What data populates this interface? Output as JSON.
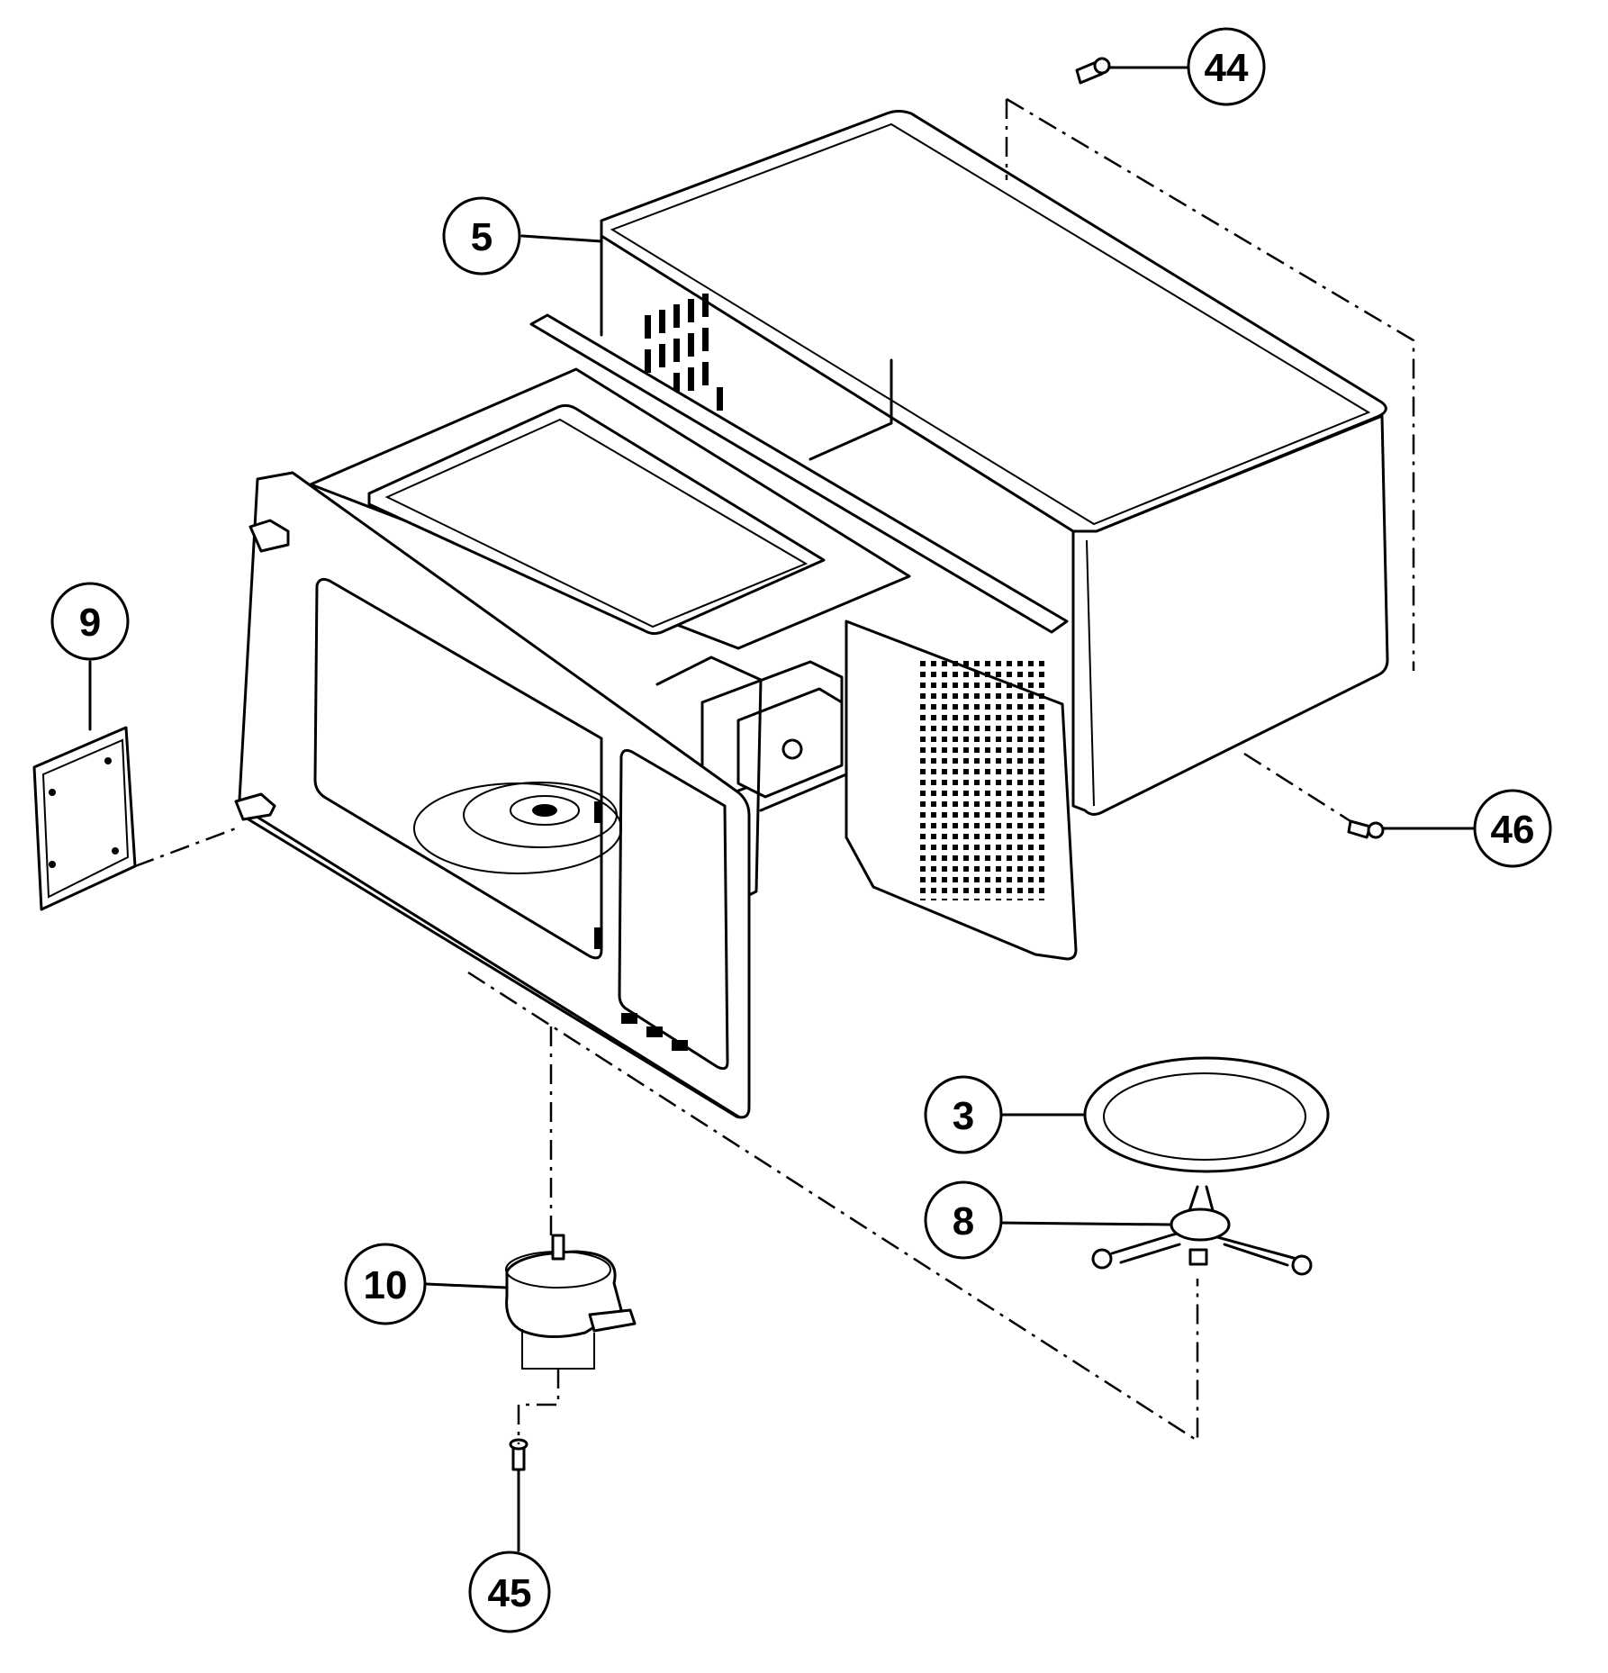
{
  "diagram": {
    "callouts": [
      {
        "id": "44",
        "label": "44"
      },
      {
        "id": "5",
        "label": "5"
      },
      {
        "id": "9",
        "label": "9"
      },
      {
        "id": "46",
        "label": "46"
      },
      {
        "id": "3",
        "label": "3"
      },
      {
        "id": "8",
        "label": "8"
      },
      {
        "id": "10",
        "label": "10"
      },
      {
        "id": "45",
        "label": "45"
      }
    ]
  },
  "colors": {
    "line": "#000000",
    "background": "#ffffff"
  }
}
